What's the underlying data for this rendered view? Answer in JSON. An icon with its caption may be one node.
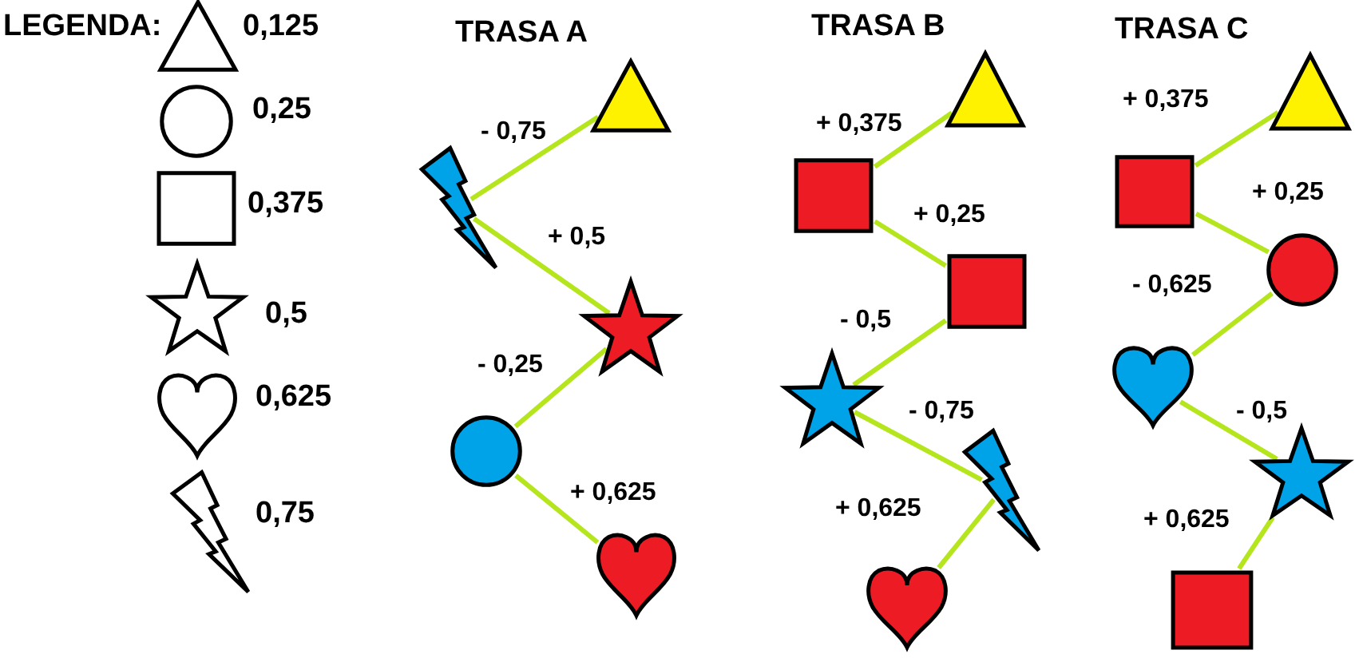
{
  "diagram": {
    "nodes": [
      {
        "text": [],
        "shape": "triangle"
      },
      {
        "text": [],
        "shape": "lightning"
      },
      {
        "text": [],
        "shape": "star"
      },
      {
        "text": [],
        "shape": "circle"
      },
      {
        "text": [],
        "shape": "heart"
      },
      {
        "text": [],
        "shape": "triangle"
      },
      {
        "text": [],
        "shape": "square"
      },
      {
        "text": [],
        "shape": "square"
      },
      {
        "text": [],
        "shape": "star"
      },
      {
        "text": [],
        "shape": "lightning"
      },
      {
        "text": [],
        "shape": "heart"
      },
      {
        "text": [],
        "shape": "triangle"
      },
      {
        "text": [],
        "shape": "square"
      },
      {
        "text": [],
        "shape": "circle"
      },
      {
        "text": [],
        "shape": "heart"
      },
      {
        "text": [],
        "shape": "star"
      },
      {
        "text": [],
        "shape": "square"
      }
    ],
    "edges": [
      {
        "from": 0,
        "to": 1,
        "arrow": "none",
        "label": "- 0,75"
      },
      {
        "from": 1,
        "to": 2,
        "arrow": "none",
        "label": "+ 0,5"
      },
      {
        "from": 2,
        "to": 3,
        "arrow": "none",
        "label": "- 0,25"
      },
      {
        "from": 3,
        "to": 4,
        "arrow": "none",
        "label": "+ 0,625"
      },
      {
        "from": 5,
        "to": 6,
        "arrow": "none",
        "label": "+ 0,375"
      },
      {
        "from": 6,
        "to": 7,
        "arrow": "none",
        "label": "+ 0,25"
      },
      {
        "from": 7,
        "to": 8,
        "arrow": "none",
        "label": "- 0,5"
      },
      {
        "from": 8,
        "to": 9,
        "arrow": "none",
        "label": "- 0,75"
      },
      {
        "from": 9,
        "to": 10,
        "arrow": "none",
        "label": "+ 0,625"
      },
      {
        "from": 11,
        "to": 12,
        "arrow": "none",
        "label": "+ 0,375"
      },
      {
        "from": 12,
        "to": 13,
        "arrow": "none",
        "label": "+ 0,25"
      },
      {
        "from": 13,
        "to": 14,
        "arrow": "none",
        "label": "- 0,625"
      },
      {
        "from": 14,
        "to": 15,
        "arrow": "none",
        "label": "- 0,5"
      },
      {
        "from": 15,
        "to": 16,
        "arrow": "none",
        "label": "+ 0,625"
      }
    ],
    "labels": [
      "LEGENDA:",
      "TRASA A",
      "TRASA B",
      "TRASA C"
    ],
    "legend": [
      {
        "text": "0,125"
      },
      {
        "text": "0,25"
      },
      {
        "text": "0,375"
      },
      {
        "text": "0,5"
      },
      {
        "text": "0,625"
      },
      {
        "text": "0,75"
      }
    ]
  }
}
